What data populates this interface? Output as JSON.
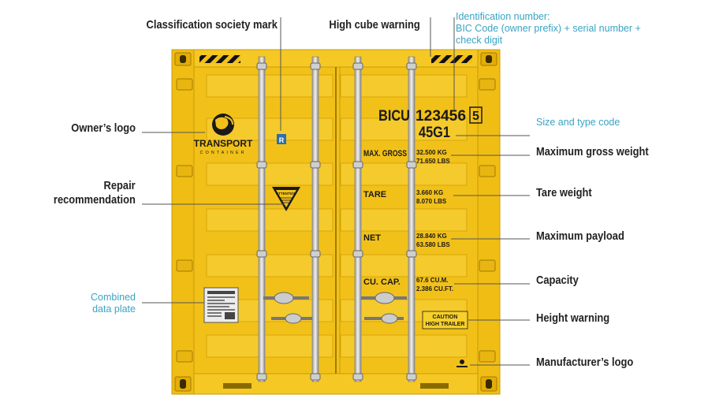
{
  "labels": {
    "classification": "Classification society mark",
    "high_cube": "High cube warning",
    "owner_logo": "Owner’s logo",
    "repair_1": "Repair",
    "repair_2": "recommendation",
    "combined_1": "Combined",
    "combined_2": "data plate",
    "id_1": "Identification number:",
    "id_2": "BIC Code (owner prefix) + serial number +",
    "id_3": "check digit",
    "size_type": "Size and type code",
    "max_gross": "Maximum gross weight",
    "tare": "Tare weight",
    "payload": "Maximum payload",
    "capacity": "Capacity",
    "height": "Height warning",
    "manufacturer": "Manufacturer’s logo"
  },
  "container": {
    "owner_code": "BICU",
    "serial": "123456",
    "check_digit": "5",
    "size_type": "45G1",
    "logo_line1": "TRANSPORT",
    "logo_line2": "CONTAINER",
    "class_mark": "R",
    "attention": "ATTENTION",
    "max_gross_label": "MAX. GROSS",
    "max_gross_kg": "32.500 KG",
    "max_gross_lbs": "71.650 LBS",
    "tare_label": "TARE",
    "tare_kg": "3.660 KG",
    "tare_lbs": "8.070 LBS",
    "net_label": "NET",
    "net_kg": "28.840 KG",
    "net_lbs": "63.580 LBS",
    "cap_label": "CU. CAP.",
    "cap_m": "67.6 CU.M.",
    "cap_ft": "2.386 CU.FT.",
    "caution_1": "CAUTION",
    "caution_2": "HIGH TRAILER"
  },
  "colors": {
    "container": "#f2c119",
    "container_dark": "#d9a90d",
    "accent_blue": "#3aa3c2"
  }
}
